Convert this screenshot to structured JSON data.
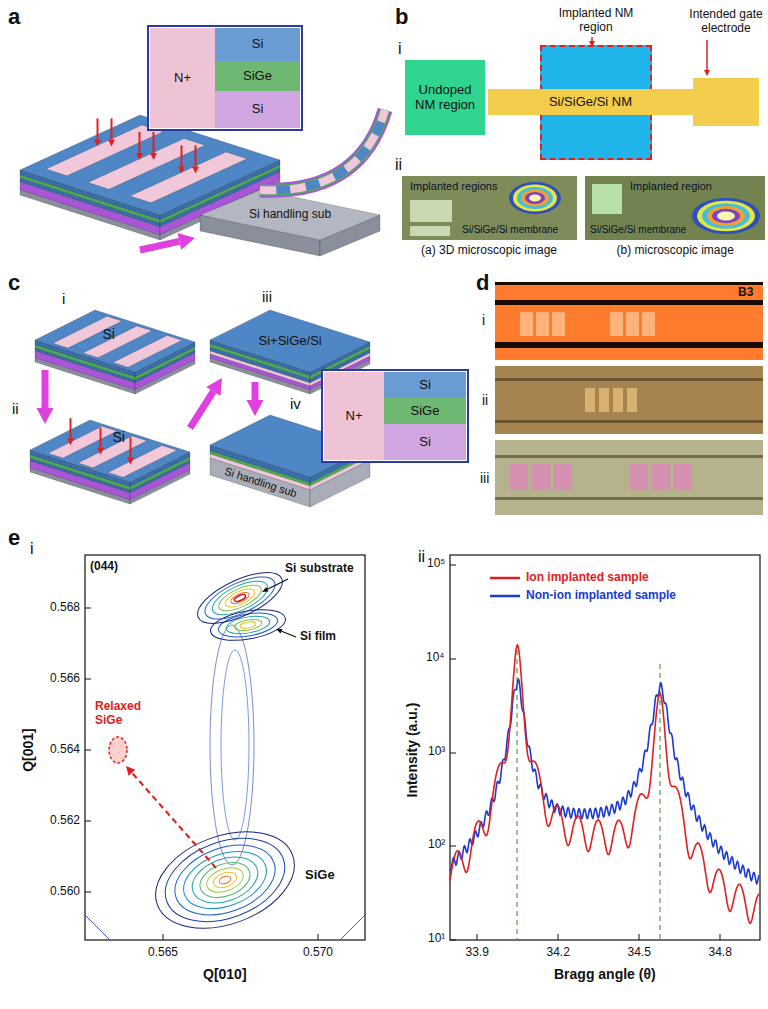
{
  "diagram": {
    "nodes": [
      {
        "text": [
          "N+"
        ]
      },
      {
        "text": [
          "Si"
        ]
      },
      {
        "text": [
          "SiGe"
        ]
      },
      {
        "text": [
          "Si"
        ]
      },
      {
        "text": [
          "Undoped NM region"
        ]
      },
      {
        "text": [
          "Implanted NM region"
        ]
      },
      {
        "text": [
          "Si/SiGe/Si NM"
        ]
      },
      {
        "text": [
          "Intended gate electrode"
        ]
      },
      {
        "text": [
          "N+"
        ]
      },
      {
        "text": [
          "Si"
        ]
      },
      {
        "text": [
          "SiGe"
        ]
      },
      {
        "text": [
          "Si"
        ]
      }
    ],
    "labels": [
      "a",
      "Si handling sub",
      "b",
      "i",
      "ii",
      "Implanted regions",
      "Si/SiGe/Si membrane",
      "(a) 3D microscopic image",
      "Implanted region",
      "Si/SiGe/Si membrane",
      "(b) microscopic image",
      "c",
      "i",
      "Si",
      "ii",
      "Si",
      "iii",
      "Si+SiGe/Si",
      "iv",
      "Si handling sub",
      "d",
      "i",
      "B3",
      "ii",
      "iii",
      "e",
      "i",
      "(044)",
      "Si substrate",
      "Si film",
      "Relaxed SiGe",
      "SiGe",
      "Q[001]",
      "Q[010]",
      "0.568",
      "0.566",
      "0.564",
      "0.562",
      "0.560",
      "0.565",
      "0.570",
      "ii",
      "Intensity (a.u.)",
      "Bragg angle (θ)",
      "10⁵",
      "10⁴",
      "10³",
      "10²",
      "10¹",
      "33.9",
      "34.2",
      "34.5",
      "34.8"
    ],
    "legend": [
      {
        "text": "Ion implanted sample"
      },
      {
        "text": "Non-ion implanted sample"
      }
    ]
  }
}
